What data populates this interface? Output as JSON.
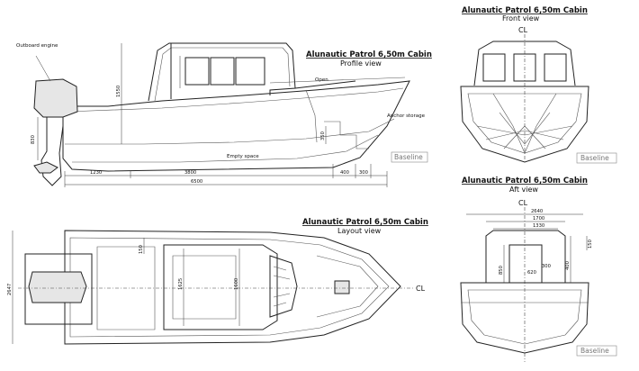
{
  "profile": {
    "title": "Alunautic Patrol 6,50m Cabin",
    "subtitle": "Profile view",
    "labels": {
      "outboard": "Outboard engine",
      "open": "Open",
      "anchor": "Anchor storage",
      "empty": "Empty space"
    },
    "dims": {
      "d1230": "1230",
      "d3800": "3800",
      "d6500": "6500",
      "d400": "400",
      "d300": "300",
      "d1550": "1550",
      "d830": "830",
      "d350": "350"
    },
    "baseline": "Baseline"
  },
  "front": {
    "title": "Alunautic Patrol 6,50m Cabin",
    "subtitle": "Front view",
    "cl": "CL",
    "baseline": "Baseline"
  },
  "aft": {
    "title": "Alunautic Patrol 6,50m Cabin",
    "subtitle": "Aft view",
    "cl": "CL",
    "baseline": "Baseline",
    "dims": {
      "d2640": "2640",
      "d1700": "1700",
      "d1330": "1330",
      "d850": "850",
      "d620": "620",
      "d300": "300",
      "d400": "400",
      "d150": "150"
    }
  },
  "layout": {
    "title": "Alunautic Patrol 6,50m Cabin",
    "subtitle": "Layout view",
    "cl": "CL",
    "dims": {
      "d2647": "2647",
      "d1625": "1625",
      "d1600": "1600",
      "d150": "150"
    }
  }
}
